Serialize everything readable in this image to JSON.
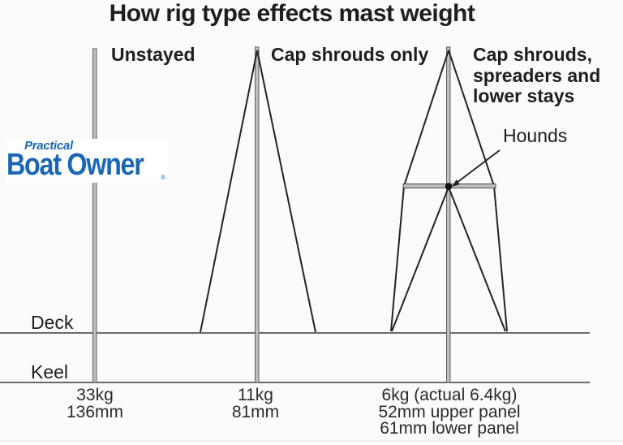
{
  "title": "How rig type effects mast weight",
  "logo": {
    "top_word": "Practical",
    "main_words": "Boat Owner",
    "registered_mark": "®",
    "color": "#1b67b4"
  },
  "labels": {
    "deck": "Deck",
    "keel": "Keel",
    "hounds": "Hounds"
  },
  "rigs": [
    {
      "label_lines": [
        "Unstayed"
      ],
      "measurements": [
        "33kg",
        "136mm"
      ]
    },
    {
      "label_lines": [
        "Cap shrouds only"
      ],
      "measurements": [
        "11kg",
        "81mm"
      ]
    },
    {
      "label_lines": [
        "Cap shrouds,",
        "spreaders and",
        "lower stays"
      ],
      "measurements": [
        "6kg (actual 6.4kg)",
        "52mm upper panel",
        "61mm lower panel"
      ]
    }
  ],
  "colors": {
    "background": "#fbfbfb",
    "line": "#232323",
    "mast_fill": "#bfbfbf",
    "mast_edge": "#5f5f5f",
    "text": "#1e1e1e",
    "logo_blue": "#1b67b4"
  }
}
